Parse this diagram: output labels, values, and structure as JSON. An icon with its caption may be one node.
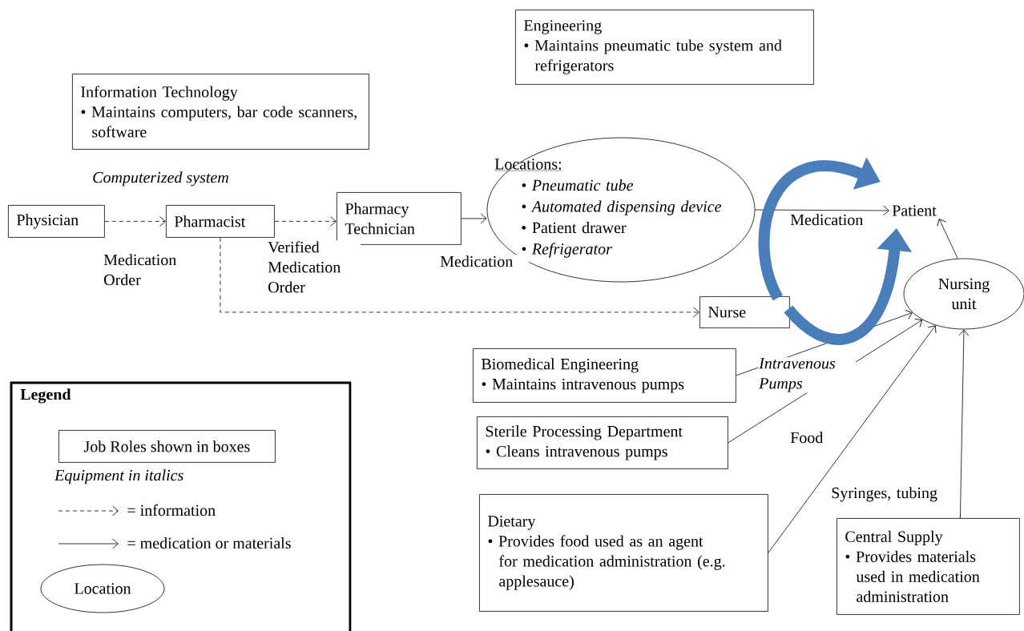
{
  "diagram": {
    "nodes": [
      {
        "text": [
          "Engineering",
          "• Maintains pneumatic tube system and refrigerators"
        ]
      },
      {
        "text": [
          "Information Technology",
          "• Maintains computers, bar code scanners, software"
        ]
      },
      {
        "text": [
          "Physician"
        ]
      },
      {
        "text": [
          "Pharmacist"
        ]
      },
      {
        "text": [
          "Pharmacy Technician"
        ]
      },
      {
        "text": [
          "Locations:",
          "• Pneumatic tube",
          "• Automated dispensing device",
          "• Patient drawer",
          "• Refrigerator"
        ]
      },
      {
        "text": [
          "Patient"
        ]
      },
      {
        "text": [
          "Nurse"
        ]
      },
      {
        "text": [
          "Nursing unit"
        ]
      },
      {
        "text": [
          "Biomedical Engineering",
          "• Maintains intravenous pumps"
        ]
      },
      {
        "text": [
          "Sterile Processing Department",
          "• Cleans intravenous pumps"
        ]
      },
      {
        "text": [
          "Dietary",
          "• Provides food used as an agent for medication administration (e.g. applesauce)"
        ]
      },
      {
        "text": [
          "Central Supply",
          "• Provides materials used in medication administration"
        ]
      }
    ],
    "edges": [
      {
        "from": 2,
        "to": 3,
        "arrow": "to",
        "label": "Medication Order",
        "style": "dashed"
      },
      {
        "from": 3,
        "to": 4,
        "arrow": "to",
        "label": "Verified Medication Order",
        "style": "dashed"
      },
      {
        "from": 3,
        "to": 7,
        "arrow": "to",
        "style": "dashed"
      },
      {
        "from": 4,
        "to": 5,
        "arrow": "to",
        "label": "Medication"
      },
      {
        "from": 5,
        "to": 6,
        "arrow": "to",
        "label": "Medication"
      },
      {
        "from": 8,
        "to": 6,
        "arrow": "to"
      },
      {
        "from": 9,
        "to": 8,
        "arrow": "to",
        "label": "Intravenous Pumps"
      },
      {
        "from": 10,
        "to": 8,
        "arrow": "to"
      },
      {
        "from": 11,
        "to": 8,
        "arrow": "to",
        "label": "Food"
      },
      {
        "from": 12,
        "to": 8,
        "arrow": "to",
        "label": "Syringes, tubing"
      },
      {
        "from": 7,
        "to": 6,
        "arrow": "to",
        "style": "thick",
        "color": "#4a7ebb"
      },
      {
        "from": 7,
        "to": 6,
        "arrow": "to",
        "style": "thick",
        "color": "#4a7ebb"
      }
    ],
    "labels": [
      "Computerized system",
      "Legend"
    ],
    "legend": [
      {
        "text": "Job Roles shown in boxes"
      },
      {
        "text": "Equipment in italics"
      },
      {
        "text": "= information"
      },
      {
        "text": "= medication or materials"
      },
      {
        "text": "Location"
      }
    ]
  }
}
